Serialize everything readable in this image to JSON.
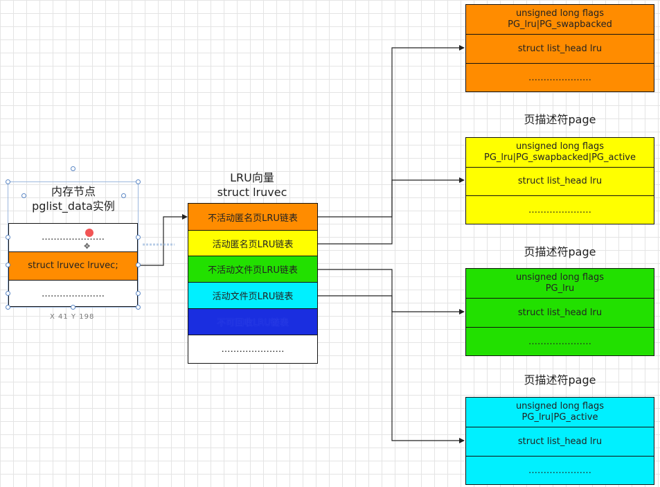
{
  "node_box": {
    "title_line1": "内存节点",
    "title_line2": "pglist_data实例",
    "rows": [
      "…………………",
      "struct lruvec  lruvec;",
      "…………………"
    ],
    "highlight_color": "#ff8c00",
    "selection_readout": "X  41   Y  198"
  },
  "lru_box": {
    "title_line1": "LRU向量",
    "title_line2": "struct lruvec",
    "rows": [
      {
        "label": "不活动匿名页LRU链表",
        "color": "#ff8c00"
      },
      {
        "label": "活动匿名页LRU链表",
        "color": "#ffff00"
      },
      {
        "label": "不活动文件页LRU链表",
        "color": "#22e000"
      },
      {
        "label": "活动文件页LRU链表",
        "color": "#00f0ff"
      },
      {
        "label": "不可回收LRU链表",
        "color": "#1a2ee0"
      },
      {
        "label": "…………………",
        "color": "#ffffff"
      }
    ]
  },
  "pages": [
    {
      "heading": "",
      "flags_line1": "unsigned long flags",
      "flags_line2": "PG_lru|PG_swapbacked",
      "lru": "struct list_head lru",
      "dots": "…………………",
      "color": "#ff8c00"
    },
    {
      "heading": "页描述符page",
      "flags_line1": "unsigned long flags",
      "flags_line2": "PG_lru|PG_swapbacked|PG_active",
      "lru": "struct list_head lru",
      "dots": "…………………",
      "color": "#ffff00"
    },
    {
      "heading": "页描述符page",
      "flags_line1": "unsigned long flags",
      "flags_line2": "PG_lru",
      "lru": "struct list_head lru",
      "dots": "…………………",
      "color": "#22e000"
    },
    {
      "heading": "页描述符page",
      "flags_line1": "unsigned long flags",
      "flags_line2": "PG_lru|PG_active",
      "lru": "struct list_head lru",
      "dots": "…………………",
      "color": "#00f0ff"
    }
  ]
}
